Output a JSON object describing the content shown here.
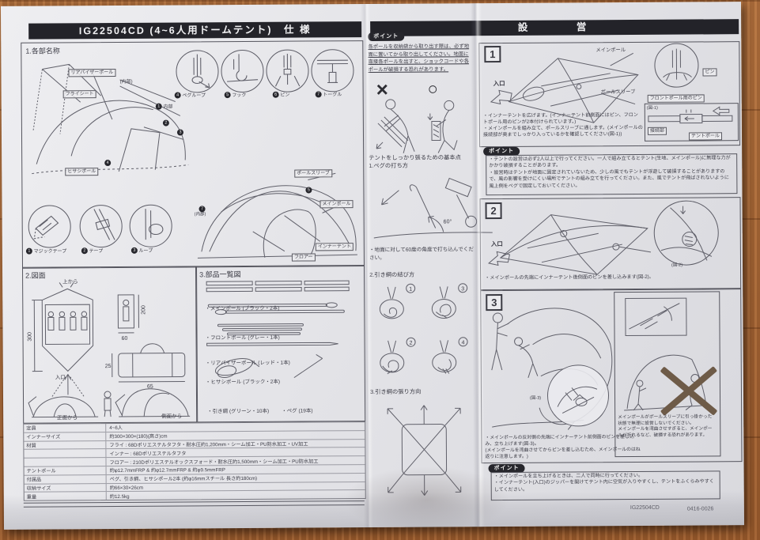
{
  "spec": {
    "header": "IG22504CD (4~6人用ドームテント)　仕 様",
    "s1": {
      "title": "1.各部名称",
      "lbl_rear_visor": "リアバイザーポール",
      "lbl_interior": "(内部)",
      "lbl_flysheet": "フライシート",
      "lbl_hisashi": "ヒサシポール",
      "n1": "1",
      "n1txt": "内部",
      "n2": "2",
      "n3": "3",
      "n4": "4",
      "circles_top": [
        {
          "num": "4",
          "label": "ペグループ"
        },
        {
          "num": "5",
          "label": "フック"
        },
        {
          "num": "6",
          "label": "ピン"
        },
        {
          "num": "7",
          "label": "トーグル"
        }
      ],
      "circles_bottom": [
        {
          "num": "1",
          "label": "マジックテープ"
        },
        {
          "num": "2",
          "label": "テープ"
        },
        {
          "num": "3",
          "label": "ループ"
        }
      ],
      "lbl_pole_sleeve": "ポールスリーブ",
      "n5": "5",
      "lbl_main_pole": "メインポール",
      "lbl_inner_tent": "インナーテント",
      "lbl_floor": "フロアー",
      "n7": "7",
      "n7txt": "(内部)"
    },
    "s2": {
      "title": "2.図面",
      "from_top": "上から",
      "entrance": "入口",
      "from_front": "正面から",
      "from_side": "側面から",
      "dim_300": "300",
      "dim_200": "200",
      "dim_60": "60",
      "dim_25": "25",
      "dim_65": "65"
    },
    "s3": {
      "title": "3.部品一覧図",
      "items": [
        "・メインポール (ブラック・2本)",
        "・フロントポール (グレー・1本)",
        "・リアバイザーポール (レッド・1本)",
        "・ヒサシポール (ブラック・2本)",
        "・引き綱 (グリーン・10本)",
        "・ペグ (19本)"
      ]
    },
    "table": {
      "rows": [
        {
          "label": "定員",
          "value": "4~6人"
        },
        {
          "label": "インナーサイズ",
          "value": "約300×300×(180)(高さ)cm"
        },
        {
          "label": "材質",
          "value": "フライ : 68Dポリエステルタフタ・耐水圧約1,200mm・シーム加工・PU防水加工・UV加工"
        },
        {
          "label": "",
          "value": "インナー : 68Dポリエステルタフタ"
        },
        {
          "label": "",
          "value": "フロアー : 210Dポリエステルオックスフォード・耐水圧約1,500mm・シーム加工・PU防水加工"
        },
        {
          "label": "テントポール",
          "value": "約φ12.7mmFRP & 約φ12.7mmFRP & 約φ9.5mmFRP"
        },
        {
          "label": "付属品",
          "value": "ペグ、引き綱、ヒサシポール2本 (約φ16mmスチール 長さ約180cm)"
        },
        {
          "label": "収納サイズ",
          "value": "約66×30×26cm"
        },
        {
          "label": "重量",
          "value": "約12.5kg"
        }
      ]
    }
  },
  "setup": {
    "header": "設　　　営",
    "point_badge": "ポイント",
    "mid": {
      "warning": "各ポールを収納袋から取り出す際は、必ず地面に置いてから取り出してください。地面に直接各ポールを出すと、ショックコードや各ポールが破損する恐れがあります。",
      "x": "×",
      "o": "○",
      "basics": "テントをしっかり張るための基本点",
      "peg_title": "1.ペグの打ち方",
      "angle": "60°",
      "peg_note": "・地面に対して60度の角度で打ち込んでください。",
      "knot_title": "2.引き綱の結び方",
      "k1": "1",
      "k2": "2",
      "k3": "3",
      "k4": "4",
      "dir_title": "3.引き綱の張り方向"
    },
    "step1": {
      "num": "1",
      "lbl_main_pole": "メインポール",
      "lbl_pole_sleeve": "ポールスリーブ",
      "lbl_entrance": "入口",
      "lbl_pin": "ピン",
      "lbl_front_pin": "フロントポール用のピン",
      "fig": "(図-1)",
      "lbl_joint": "接続部",
      "lbl_tent_pole": "テントポール",
      "text": "・インナーテントを広げます。(インナーテント前側面にはピン、フロントポール用のピンが2本付けられています。)\n・メインポールを組み立て、ポールスリーブに通します。(メインポールの接続部が奥までしっかり入っているかを確認してください(図-1))"
    },
    "point1": "・テントの設営は必ず2人以上で行ってください。一人で組み立てるとテント(生地、メインポール)に無理な力がかかり破損することがあります。\n・設営時はテントが地面に固定されていないため、少しの風でもテントが浮遊して破損することがありますので、風の影響を受けにくい場所でテントの組み立てを行ってください。また、風でテントが飛ばされないように風上側をペグで固定しておいてください。",
    "step2": {
      "num": "2",
      "lbl_entrance": "入口",
      "fig": "(図-2)",
      "text": "・メインポールの先端にインナーテント後側面のピンを差し込みます(図-2)。"
    },
    "step3": {
      "num": "3",
      "fig": "(図-3)",
      "text": "・メインポールの反対側の先端にインナーテント前側面のピンを差し込み、立ち上げます(図-3)。\n(メインポールを湾曲させてからピンを差し込むため、メインポールのはね返りに注意します。)",
      "warn": "メインポールがポールスリーブに引っ掛かった状態で無理に設営しないでください。\nメインポールを湾曲させすぎると、メインポールが折れるなど、破損する恐れがあります。"
    },
    "point2": "・メインポールを立ち上げるときは、二人で同時に行ってください。\n・インナーテント(入口)のジッパーを開けてテント内に空気が入りやすくし、テントをふくらみやすくしてください。",
    "footer_model": "IG22504CD",
    "footer_code": "0416-0026"
  }
}
